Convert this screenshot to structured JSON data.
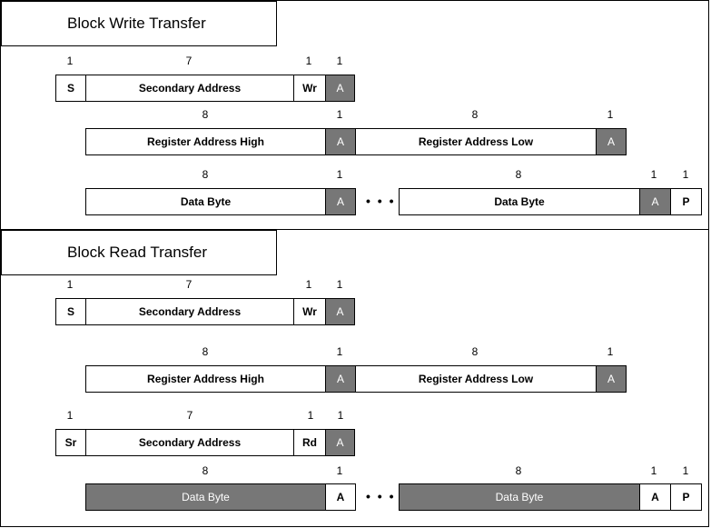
{
  "write": {
    "title": "Block Write Transfer",
    "row1": {
      "bits": [
        "1",
        "7",
        "1",
        "1"
      ],
      "cells": [
        "S",
        "Secondary Address",
        "Wr",
        "A"
      ]
    },
    "row2": {
      "bits": [
        "8",
        "1",
        "8",
        "1"
      ],
      "cells": [
        "Register Address High",
        "A",
        "Register Address Low",
        "A"
      ]
    },
    "row3": {
      "bits": [
        "8",
        "1",
        "8",
        "1",
        "1"
      ],
      "cells": [
        "Data Byte",
        "A",
        "Data Byte",
        "A",
        "P"
      ],
      "ellipsis": "• • •"
    }
  },
  "read": {
    "title": "Block Read Transfer",
    "row1": {
      "bits": [
        "1",
        "7",
        "1",
        "1"
      ],
      "cells": [
        "S",
        "Secondary Address",
        "Wr",
        "A"
      ]
    },
    "row2": {
      "bits": [
        "8",
        "1",
        "8",
        "1"
      ],
      "cells": [
        "Register Address High",
        "A",
        "Register Address Low",
        "A"
      ]
    },
    "row3": {
      "bits": [
        "1",
        "7",
        "1",
        "1"
      ],
      "cells": [
        "Sr",
        "Secondary Address",
        "Rd",
        "A"
      ]
    },
    "row4": {
      "bits": [
        "8",
        "1",
        "8",
        "1",
        "1"
      ],
      "cells": [
        "Data Byte",
        "A",
        "Data Byte",
        "A",
        "P"
      ],
      "ellipsis": "• • •"
    }
  },
  "colors": {
    "dark_cell": "#777777",
    "light_cell": "#ffffff",
    "border": "#000000"
  }
}
